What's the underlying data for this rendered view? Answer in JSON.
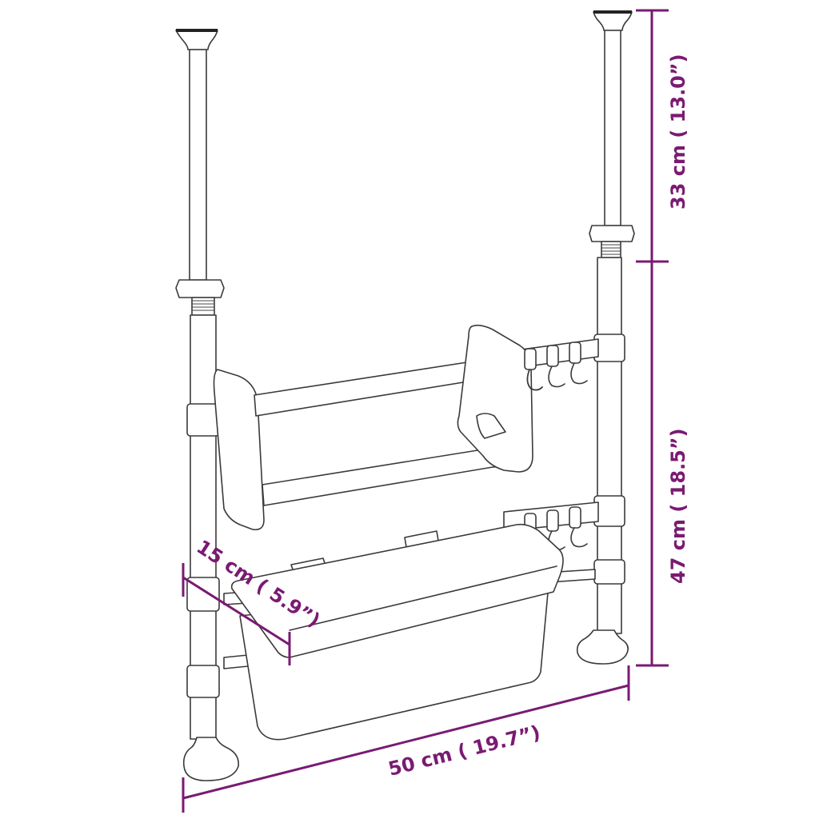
{
  "diagram": {
    "type": "product-dimension-drawing",
    "subject": "Tension pole shelf rack with paper-towel holder, hooks and basket",
    "dimension_color": "#7a1a72",
    "line_color": "#3a3a3a",
    "dimensions": {
      "top_extension": {
        "label": "33 cm ( 13.0”)",
        "value_cm": 33,
        "value_in": 13.0,
        "orientation": "vertical"
      },
      "lower_height": {
        "label": "47 cm ( 18.5”)",
        "value_cm": 47,
        "value_in": 18.5,
        "orientation": "vertical"
      },
      "depth": {
        "label": "15 cm ( 5.9”)",
        "value_cm": 15,
        "value_in": 5.9,
        "orientation": "diagonal"
      },
      "width": {
        "label": "50 cm ( 19.7”)",
        "value_cm": 50,
        "value_in": 19.7,
        "orientation": "diagonal"
      }
    },
    "parts": [
      "left-pole",
      "right-pole",
      "end-caps",
      "feet",
      "adjustment-nuts",
      "towel-holder-bracket",
      "towel-rods",
      "hooks",
      "basket"
    ]
  }
}
